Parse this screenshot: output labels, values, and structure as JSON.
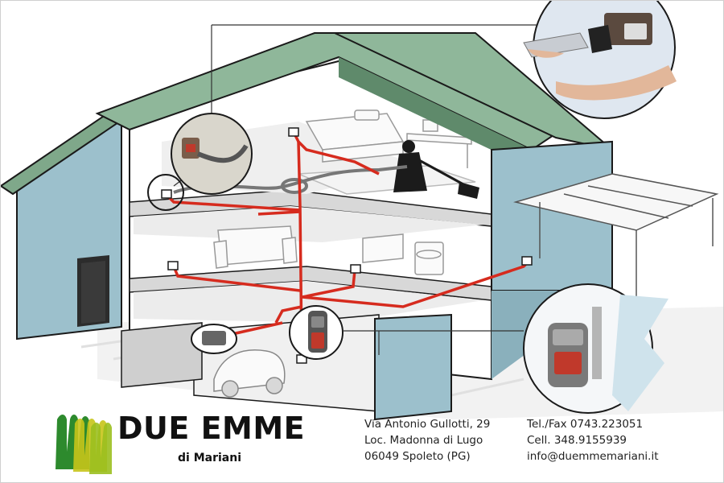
{
  "company": {
    "name": "DUE EMME",
    "subtitle": "di Mariani",
    "logo_icon": "three-green-yellow-letter-m-icon"
  },
  "address": {
    "street": "Via Antonio Gullotti, 29",
    "locality": "Loc. Madonna di Lugo",
    "city": "06049 Spoleto (PG)"
  },
  "contacts": {
    "telfax": "Tel./Fax 0743.223051",
    "cell": "Cell. 348.9155939",
    "email": "info@duemmemariani.it"
  },
  "colors": {
    "roof": "#8fb79a",
    "wall": "#9cc0cc",
    "pipe": "#d62b1e",
    "outline": "#1a1a1a"
  }
}
